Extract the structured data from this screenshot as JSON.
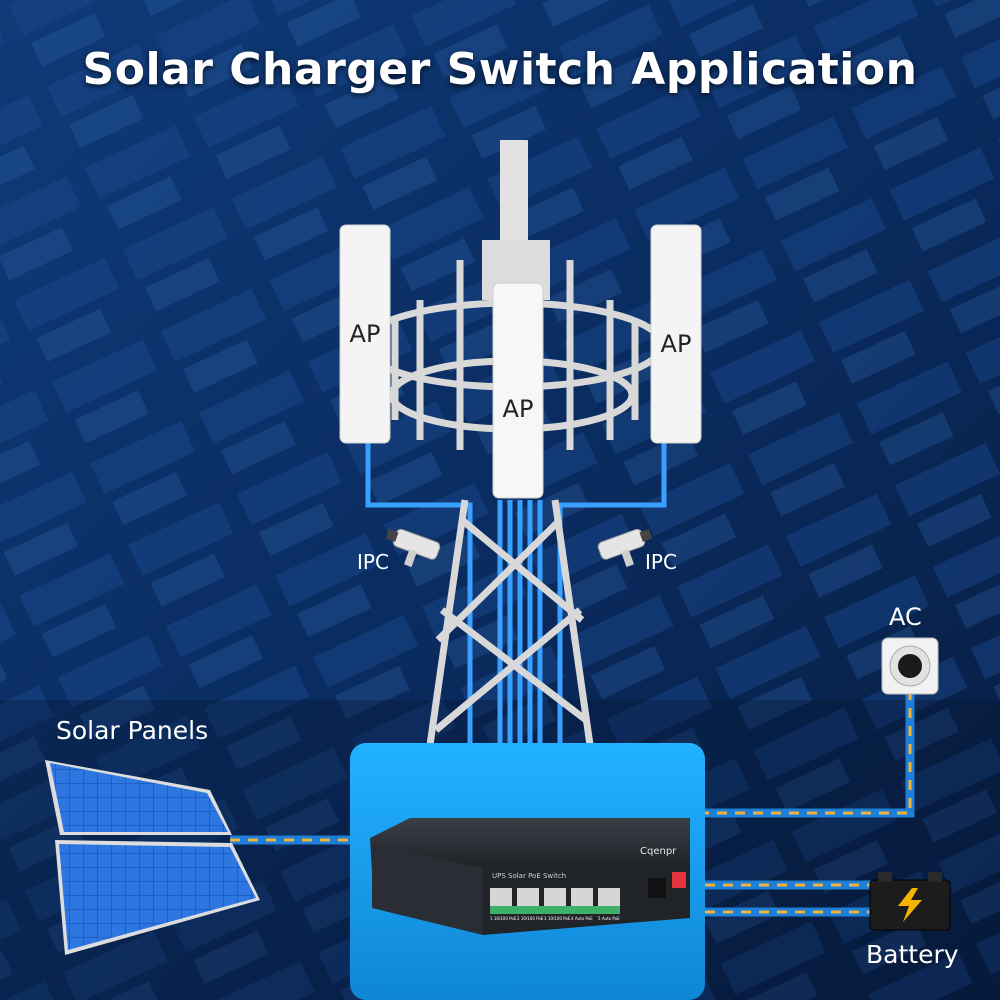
{
  "title": "Solar Charger Switch Application",
  "labels": {
    "ap_left": "AP",
    "ap_center": "AP",
    "ap_right": "AP",
    "ipc_left": "IPC",
    "ipc_right": "IPC",
    "ac": "AC",
    "solar_panels": "Solar Panels",
    "battery": "Battery"
  },
  "switch": {
    "brand": "Cqenpr",
    "model_text": "UPS Solar PoE Switch",
    "port_labels": [
      "1 10/100 PoE",
      "2 10/100 PoE",
      "3 10/100 PoE",
      "4 Auto PoE",
      "5 Auto PoE"
    ]
  },
  "colors": {
    "background": "#0b2a57",
    "link_blue": "#3aa0ff",
    "power_dash": "#f0b43a",
    "panel_box": "#1aa3f0"
  },
  "icons": [
    "antenna-tower-icon",
    "access-point-icon",
    "camera-icon",
    "power-socket-icon",
    "solar-panel-icon",
    "battery-icon",
    "network-switch-icon"
  ]
}
